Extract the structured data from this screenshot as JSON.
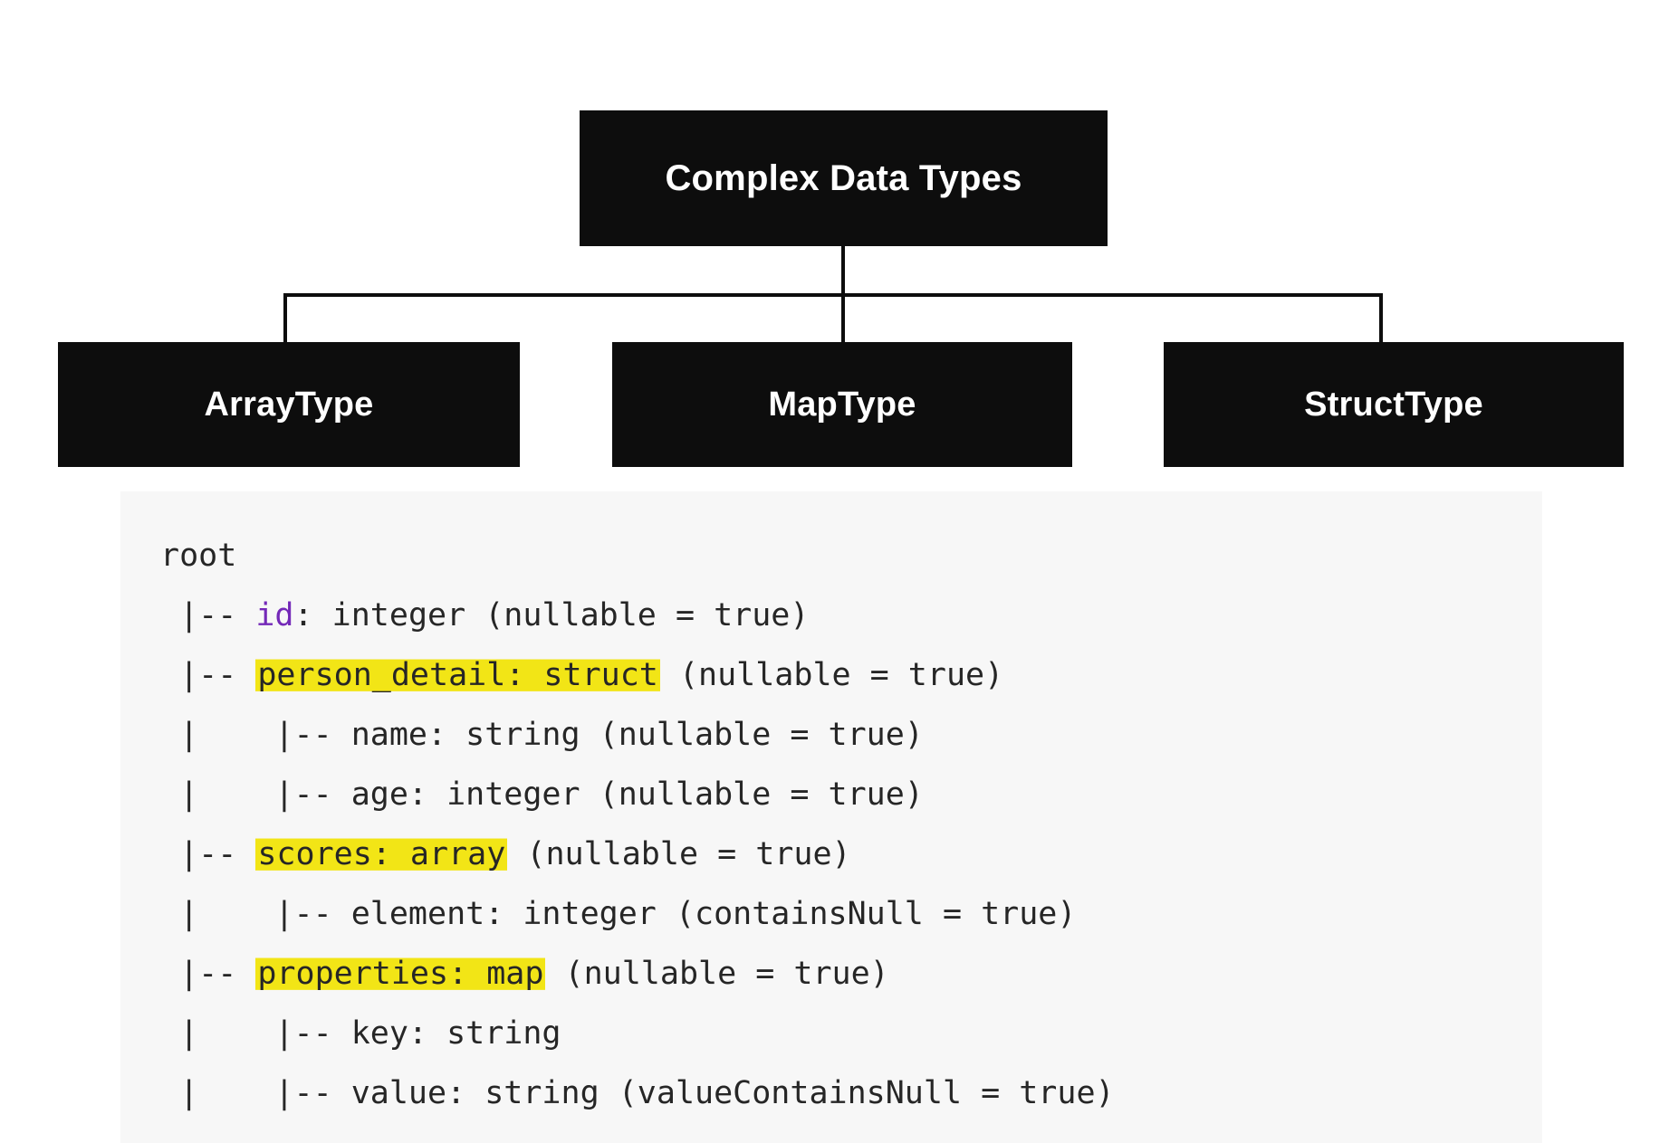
{
  "diagram": {
    "root_node": {
      "label": "Complex Data Types"
    },
    "children": [
      {
        "label": "ArrayType"
      },
      {
        "label": "MapType"
      },
      {
        "label": "StructType"
      }
    ]
  },
  "schema": {
    "lines": [
      {
        "id": "line-root",
        "prefix": "root",
        "highlight": "",
        "suffix": ""
      },
      {
        "id": "line-id",
        "prefix": " |-- ",
        "field": "id",
        "highlight": "",
        "suffix": ": integer (nullable = true)"
      },
      {
        "id": "line-person-detail",
        "prefix": " |-- ",
        "highlight": "person_detail: struct",
        "suffix": " (nullable = true)"
      },
      {
        "id": "line-name",
        "prefix": " |    |-- name: string (nullable = true)",
        "highlight": "",
        "suffix": ""
      },
      {
        "id": "line-age",
        "prefix": " |    |-- age: integer (nullable = true)",
        "highlight": "",
        "suffix": ""
      },
      {
        "id": "line-scores",
        "prefix": " |-- ",
        "highlight": "scores: array",
        "suffix": " (nullable = true)"
      },
      {
        "id": "line-element",
        "prefix": " |    |-- element: integer (containsNull = true)",
        "highlight": "",
        "suffix": ""
      },
      {
        "id": "line-properties",
        "prefix": " |-- ",
        "highlight": "properties: map",
        "suffix": " (nullable = true)"
      },
      {
        "id": "line-key",
        "prefix": " |    |-- key: string",
        "highlight": "",
        "suffix": ""
      },
      {
        "id": "line-value",
        "prefix": " |    |-- value: string (valueContainsNull = true)",
        "highlight": "",
        "suffix": ""
      }
    ]
  },
  "colors": {
    "node_background": "#0d0d0d",
    "node_text": "#ffffff",
    "edge": "#0d0d0d",
    "panel_background": "#f7f7f7",
    "code_text": "#262626",
    "field_token": "#7429b8",
    "highlight": "#f2e516",
    "page_background": "#ffffff"
  }
}
